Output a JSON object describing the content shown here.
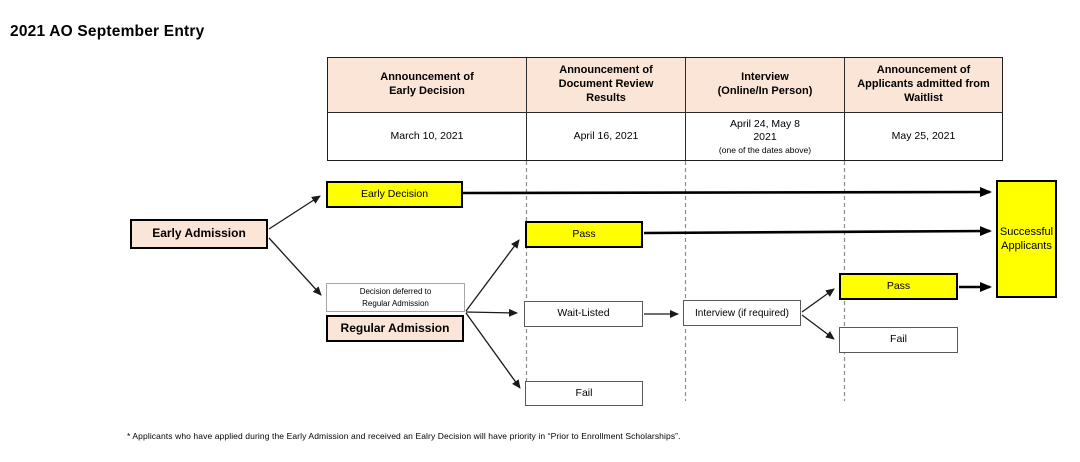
{
  "title": "2021 AO September Entry",
  "colors": {
    "peach": "#fbe5d6",
    "yellow": "#ffff00",
    "border_dark": "#000000",
    "dashed_gray": "#8c8c8c"
  },
  "schedule_table": {
    "columns": [
      {
        "header": "Announcement of\nEarly Decision",
        "date": "March 10, 2021"
      },
      {
        "header": "Announcement of\nDocument Review\nResults",
        "date": "April 16, 2021"
      },
      {
        "header": "Interview\n(Online/In Person)",
        "date": "April 24, May 8\n2021",
        "date_note": "(one of the dates above)"
      },
      {
        "header": "Announcement of\nApplicants admitted from\nWaitlist",
        "date": "May 25, 2021"
      }
    ]
  },
  "flowchart": {
    "early_admission": "Early Admission",
    "early_decision": "Early Decision",
    "deferred": "Decision deferred to\nRegular Admission",
    "regular_admission": "Regular Admission",
    "pass_review": "Pass",
    "wait_listed": "Wait-Listed",
    "fail_review": "Fail",
    "interview": "Interview (if required)",
    "pass_waitlist": "Pass",
    "fail_waitlist": "Fail",
    "successful": "Successful\nApplicants"
  },
  "footnote": "* Applicants who have applied during the Early Admission and received an Ealry Decision will have priority in “Prior to Enrollment Scholarships”."
}
